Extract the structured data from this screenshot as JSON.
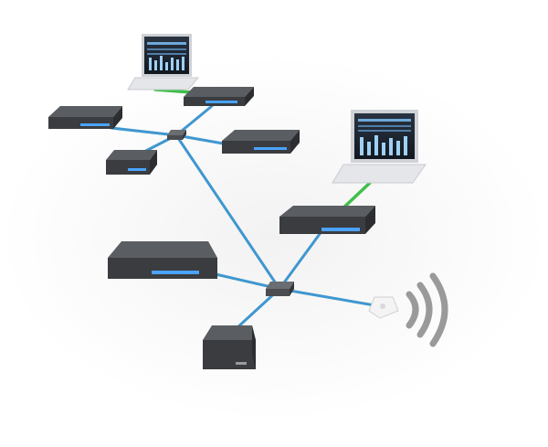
{
  "diagram": {
    "type": "network-topology",
    "colors": {
      "ethernet": "#3f97cf",
      "control_link": "#3fbf4a",
      "device_dark": "#3a3c3f",
      "device_top": "#5a5d61",
      "led": "#4aa3ff",
      "switch_body": "#4a4c4f",
      "access_point": "#f4f4f4",
      "wifi_waves": "#9a9a9a",
      "laptop_screen": "#1b2430"
    },
    "nodes": [
      {
        "id": "laptop-top",
        "kind": "laptop"
      },
      {
        "id": "laptop-right",
        "kind": "laptop"
      },
      {
        "id": "rack-unit-left",
        "kind": "rack-unit"
      },
      {
        "id": "rack-unit-top",
        "kind": "rack-unit"
      },
      {
        "id": "rack-unit-mid",
        "kind": "rack-unit"
      },
      {
        "id": "small-unit",
        "kind": "small-box"
      },
      {
        "id": "rack-unit-right",
        "kind": "rack-unit"
      },
      {
        "id": "rack-unit-large",
        "kind": "rack-unit"
      },
      {
        "id": "tower-unit",
        "kind": "tower"
      },
      {
        "id": "switch-upper",
        "kind": "switch"
      },
      {
        "id": "switch-lower",
        "kind": "switch"
      },
      {
        "id": "wireless-access-point",
        "kind": "access-point",
        "icon": "wifi-icon"
      }
    ],
    "links": [
      {
        "from": "laptop-top",
        "to": "rack-unit-top",
        "type": "control_link"
      },
      {
        "from": "laptop-right",
        "to": "rack-unit-right",
        "type": "control_link"
      },
      {
        "from": "rack-unit-left",
        "to": "switch-upper",
        "type": "ethernet"
      },
      {
        "from": "rack-unit-top",
        "to": "switch-upper",
        "type": "ethernet"
      },
      {
        "from": "rack-unit-mid",
        "to": "switch-upper",
        "type": "ethernet"
      },
      {
        "from": "small-unit",
        "to": "switch-upper",
        "type": "ethernet"
      },
      {
        "from": "switch-upper",
        "to": "switch-lower",
        "type": "ethernet"
      },
      {
        "from": "rack-unit-right",
        "to": "switch-lower",
        "type": "ethernet"
      },
      {
        "from": "rack-unit-large",
        "to": "switch-lower",
        "type": "ethernet"
      },
      {
        "from": "tower-unit",
        "to": "switch-lower",
        "type": "ethernet"
      },
      {
        "from": "wireless-access-point",
        "to": "switch-lower",
        "type": "ethernet"
      }
    ]
  }
}
